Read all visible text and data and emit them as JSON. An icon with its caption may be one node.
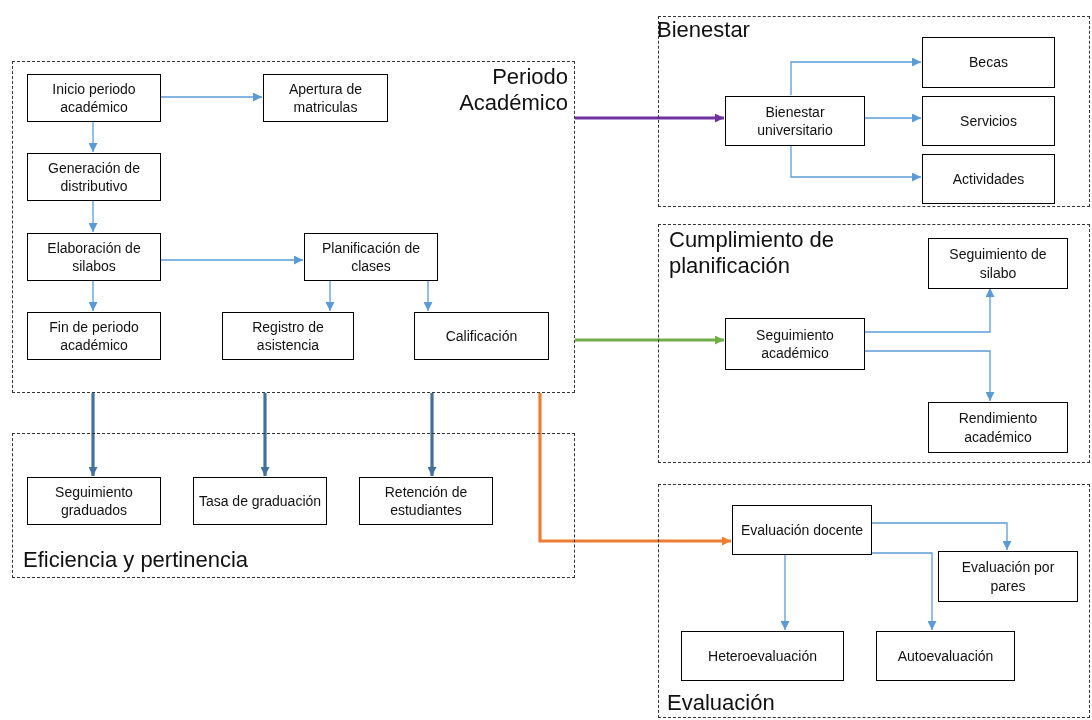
{
  "diagram": {
    "nodes": [
      {
        "text": [
          "Periodo Académico"
        ]
      },
      {
        "text": [
          "Inicio periodo académico"
        ],
        "in": 0
      },
      {
        "text": [
          "Apertura de matriculas"
        ],
        "in": 0
      },
      {
        "text": [
          "Generación de distributivo"
        ],
        "in": 0
      },
      {
        "text": [
          "Elaboración de silabos"
        ],
        "in": 0
      },
      {
        "text": [
          "Planificación de clases"
        ],
        "in": 0
      },
      {
        "text": [
          "Fin de periodo académico"
        ],
        "in": 0
      },
      {
        "text": [
          "Registro de asistencia"
        ],
        "in": 0
      },
      {
        "text": [
          "Calificación"
        ],
        "in": 0
      },
      {
        "text": [
          "Eficiencia y pertinencia"
        ]
      },
      {
        "text": [
          "Seguimiento graduados"
        ],
        "in": 9
      },
      {
        "text": [
          "Tasa de graduación"
        ],
        "in": 9
      },
      {
        "text": [
          "Retención de estudiantes"
        ],
        "in": 9
      },
      {
        "text": [
          "Bienestar"
        ]
      },
      {
        "text": [
          "Bienestar universitario"
        ],
        "in": 13
      },
      {
        "text": [
          "Becas"
        ],
        "in": 13
      },
      {
        "text": [
          "Servicios"
        ],
        "in": 13
      },
      {
        "text": [
          "Actividades"
        ],
        "in": 13
      },
      {
        "text": [
          "Cumplimiento de planificación"
        ]
      },
      {
        "text": [
          "Seguimiento de silabo"
        ],
        "in": 18
      },
      {
        "text": [
          "Seguimiento académico"
        ],
        "in": 18
      },
      {
        "text": [
          "Rendimiento académico"
        ],
        "in": 18
      },
      {
        "text": [
          "Evaluación"
        ]
      },
      {
        "text": [
          "Evaluación docente"
        ],
        "in": 22
      },
      {
        "text": [
          "Evaluación por pares"
        ],
        "in": 22
      },
      {
        "text": [
          "Heteroevaluación"
        ],
        "in": 22
      },
      {
        "text": [
          "Autoevaluación"
        ],
        "in": 22
      }
    ],
    "edges": [
      {
        "from": 1,
        "to": 2,
        "arrow": "to"
      },
      {
        "from": 1,
        "to": 3,
        "arrow": "to"
      },
      {
        "from": 3,
        "to": 4,
        "arrow": "to"
      },
      {
        "from": 4,
        "to": 5,
        "arrow": "to"
      },
      {
        "from": 4,
        "to": 6,
        "arrow": "to"
      },
      {
        "from": 5,
        "to": 7,
        "arrow": "to"
      },
      {
        "from": 5,
        "to": 8,
        "arrow": "to"
      },
      {
        "from": 0,
        "to": 10,
        "arrow": "to",
        "style": "thick",
        "color": "#41719c"
      },
      {
        "from": 0,
        "to": 11,
        "arrow": "to",
        "style": "thick",
        "color": "#41719c"
      },
      {
        "from": 0,
        "to": 12,
        "arrow": "to",
        "style": "thick",
        "color": "#41719c"
      },
      {
        "from": 0,
        "to": 14,
        "arrow": "to",
        "style": "thick",
        "color": "#7030a0"
      },
      {
        "from": 0,
        "to": 20,
        "arrow": "to",
        "style": "thick",
        "color": "#70ad47"
      },
      {
        "from": 0,
        "to": 23,
        "arrow": "to",
        "style": "thick",
        "color": "#ed7d31"
      },
      {
        "from": 14,
        "to": 15,
        "arrow": "to"
      },
      {
        "from": 14,
        "to": 16,
        "arrow": "to"
      },
      {
        "from": 14,
        "to": 17,
        "arrow": "to"
      },
      {
        "from": 20,
        "to": 19,
        "arrow": "to"
      },
      {
        "from": 20,
        "to": 21,
        "arrow": "to"
      },
      {
        "from": 23,
        "to": 24,
        "arrow": "to"
      },
      {
        "from": 23,
        "to": 25,
        "arrow": "to"
      },
      {
        "from": 23,
        "to": 26,
        "arrow": "to"
      }
    ]
  }
}
